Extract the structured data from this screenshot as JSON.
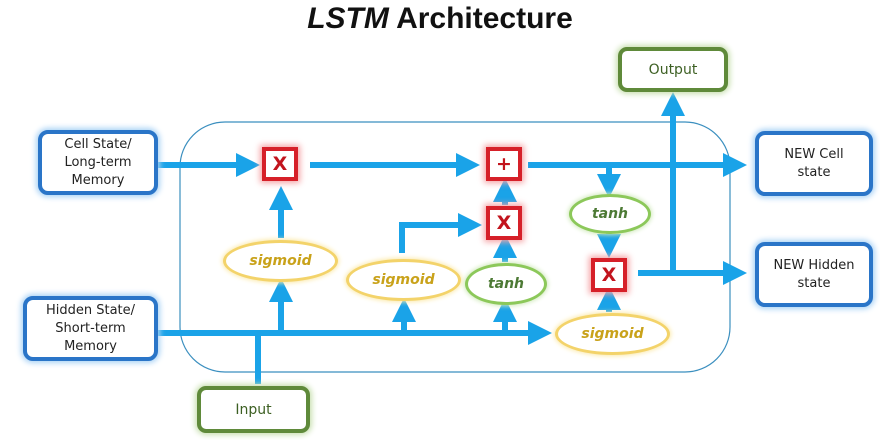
{
  "title": {
    "italic": "LSTM",
    "rest": " Architecture"
  },
  "inputs": {
    "cell_state": "Cell State/\nLong-term\nMemory",
    "hidden_state": "Hidden State/\nShort-term\nMemory",
    "input": "Input"
  },
  "outputs": {
    "output": "Output",
    "new_cell_state": "NEW Cell\nstate",
    "new_hidden_state": "NEW Hidden\nstate"
  },
  "operations": {
    "forget_multiply": "X",
    "cell_add": "+",
    "input_multiply": "X",
    "output_multiply": "X"
  },
  "gates": {
    "forget_gate": "sigmoid",
    "input_gate": "sigmoid",
    "candidate": "tanh",
    "cell_tanh": "tanh",
    "output_gate": "sigmoid"
  },
  "colors": {
    "arrow": "#1aa3e8",
    "cell_border": "#3b8fbf",
    "state_box": "#2a75c8",
    "io_box": "#5f8a3a",
    "operator": "#d62029",
    "sigmoid": "#f3d36a",
    "tanh": "#8cc85a"
  }
}
